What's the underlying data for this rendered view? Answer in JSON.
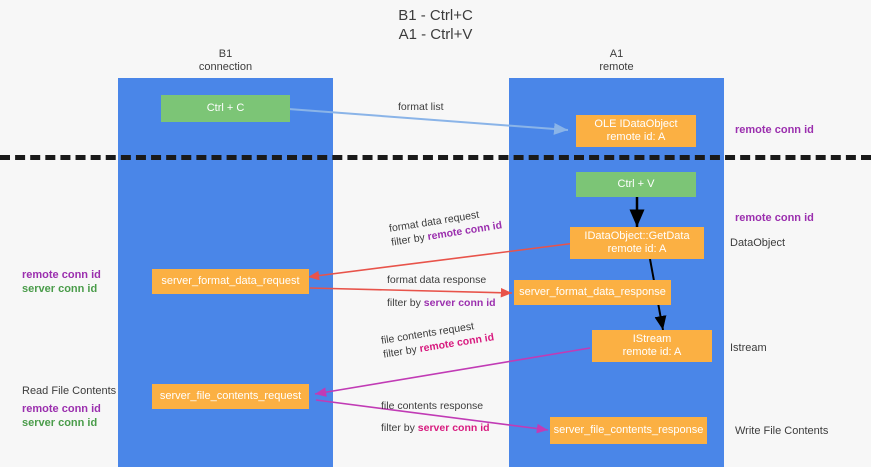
{
  "title": {
    "line1": "B1 - Ctrl+C",
    "line2": "A1 - Ctrl+V"
  },
  "columns": [
    {
      "name": "B1",
      "role": "connection"
    },
    {
      "name": "A1",
      "role": "remote"
    }
  ],
  "boxes": {
    "ctrl_c": {
      "label": "Ctrl + C",
      "color": "#7cc576"
    },
    "ctrl_v": {
      "label": "Ctrl + V",
      "color": "#7cc576"
    },
    "idataobject_top": {
      "line1": "OLE IDataObject",
      "line2": "remote id: A",
      "color": "#fbb043"
    },
    "getdata": {
      "line1": "IDataObject::GetData",
      "line2": "remote id: A",
      "color": "#fbb043"
    },
    "istream": {
      "line1": "IStream",
      "line2": "remote id: A",
      "color": "#fbb043"
    },
    "server_format_data_request": {
      "label": "server_format_data_request",
      "color": "#fbb043"
    },
    "server_format_data_response": {
      "label": "server_format_data_response",
      "color": "#fbb043"
    },
    "server_file_contents_request": {
      "label": "server_file_contents_request",
      "color": "#fbb043"
    },
    "server_file_contents_response": {
      "label": "server_file_contents_response",
      "color": "#fbb043"
    }
  },
  "right_labels": {
    "remote_conn_id_top": "remote conn id",
    "remote_conn_id_mid": "remote conn id",
    "dataobject": "DataObject",
    "istream": "Istream",
    "write_file_contents": "Write File Contents"
  },
  "left_labels": {
    "remote_conn_id": "remote conn id",
    "server_conn_id": "server conn id",
    "read_file_contents": "Read File Contents",
    "remote_conn_id_2": "remote conn id",
    "server_conn_id_2": "server conn id"
  },
  "edges": {
    "format_list": "format list",
    "format_data_request": "format data request",
    "format_data_request_filter_prefix": "filter by ",
    "format_data_request_filter_key": "remote conn id",
    "format_data_response": "format data response",
    "format_data_response_filter_prefix": "filter by ",
    "format_data_response_filter_key": "server conn id",
    "file_contents_request": "file contents request",
    "file_contents_request_filter_prefix": "filter by ",
    "file_contents_request_filter_key": "remote conn id",
    "file_contents_response": "file contents response",
    "file_contents_response_filter_prefix": "filter by ",
    "file_contents_response_filter_key": "server conn id"
  },
  "colors": {
    "lane": "#4a86e8",
    "green_box": "#7cc576",
    "orange_box": "#fbb043",
    "purple": "#9b2fae",
    "pink": "#d81b7f",
    "green_text": "#4a9c4a",
    "blue_arrow": "#8ab4e8",
    "red_arrow": "#e8534a",
    "black_arrow": "#000000",
    "magenta_arrow": "#c13bb5",
    "background": "#f7f7f7"
  }
}
